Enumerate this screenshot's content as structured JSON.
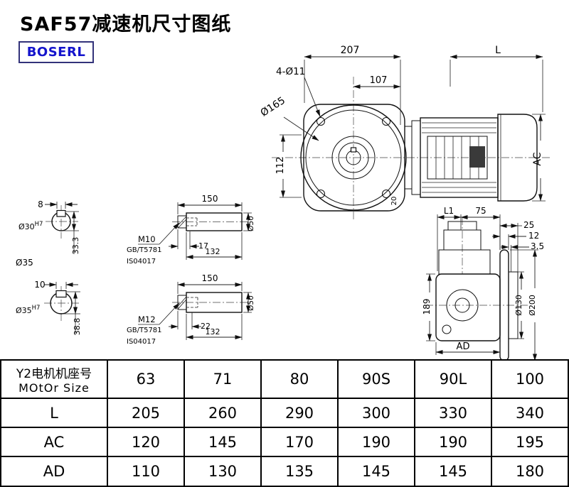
{
  "page": {
    "title": "SAF57减速机尺寸图纸",
    "brand": "BOSERL"
  },
  "main_view": {
    "width_total": "207",
    "motor_length": "L",
    "bolt_holes": "4-Ø11",
    "width_half": "107",
    "flange_dia": "Ø165",
    "center_height": "112",
    "motor_dia": "AC",
    "shaft_note": "20"
  },
  "side_view": {
    "l1": "L1",
    "top_len": "75",
    "flange_total": "25",
    "flange_thick": "12",
    "pilot_step": "3.5",
    "body_height": "189",
    "pilot_dia": "Ø130",
    "flange_dia": "Ø200",
    "body_width": "AD"
  },
  "shaft1": {
    "key_width": "8",
    "bore_dia": "Ø30",
    "bore_tol": "H7",
    "key_depth": "33.3",
    "dia_note": "Ø35",
    "length": "150",
    "thread": "M10",
    "thread_depth": "17",
    "body_length": "132",
    "std_gb": "GB/T5781",
    "std_iso": "IS04017",
    "end_dia": "Ø50"
  },
  "shaft2": {
    "key_width": "10",
    "bore_dia": "Ø35",
    "bore_tol": "H7",
    "key_depth": "38.8",
    "length": "150",
    "thread": "M12",
    "thread_depth": "22",
    "body_length": "132",
    "std_gb": "GB/T5781",
    "std_iso": "IS04017",
    "end_dia": "Ø50"
  },
  "table": {
    "header_cn": "Y2电机机座号",
    "header_en": "MOtOr Size",
    "sizes": [
      "63",
      "71",
      "80",
      "90S",
      "90L",
      "100"
    ],
    "rows": [
      {
        "label": "L",
        "values": [
          "205",
          "260",
          "290",
          "300",
          "330",
          "340"
        ]
      },
      {
        "label": "AC",
        "values": [
          "120",
          "145",
          "170",
          "190",
          "190",
          "195"
        ]
      },
      {
        "label": "AD",
        "values": [
          "110",
          "130",
          "135",
          "145",
          "145",
          "180"
        ]
      }
    ]
  }
}
